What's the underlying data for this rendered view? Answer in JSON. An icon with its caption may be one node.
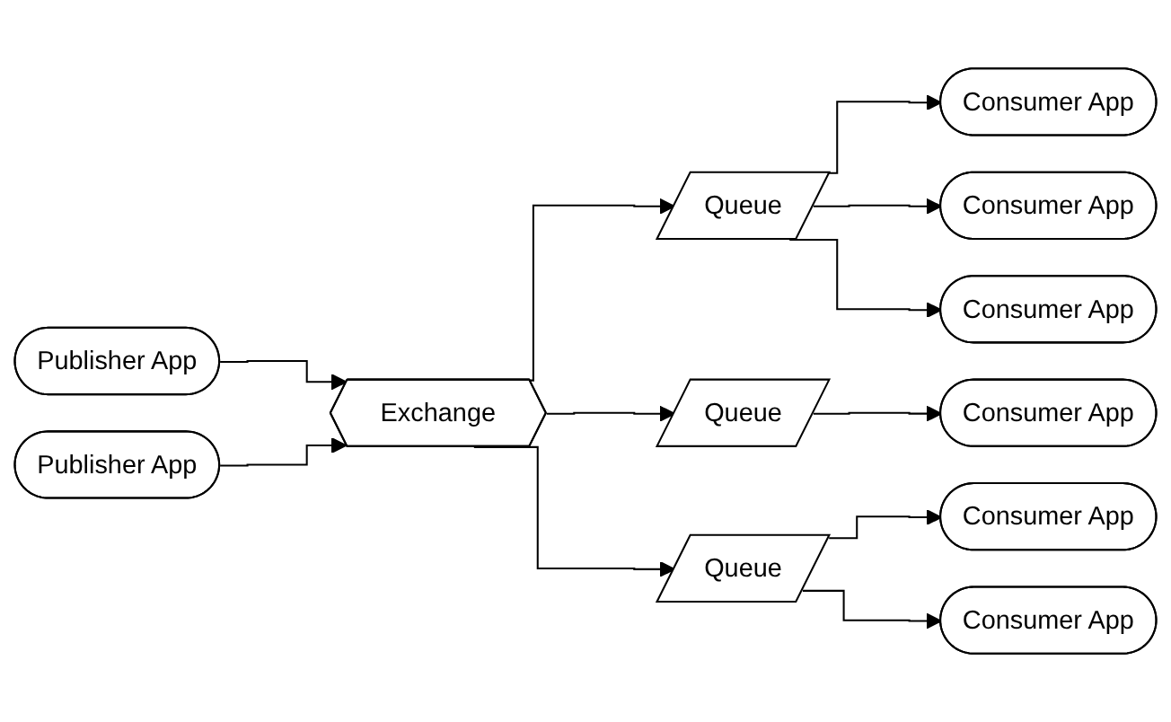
{
  "diagram": {
    "nodes": [
      {
        "text": [
          "Publisher App"
        ]
      },
      {
        "text": [
          "Publisher App"
        ]
      },
      {
        "text": [
          "Exchange"
        ]
      },
      {
        "text": [
          "Queue"
        ]
      },
      {
        "text": [
          "Queue"
        ]
      },
      {
        "text": [
          "Queue"
        ]
      },
      {
        "text": [
          "Consumer App"
        ]
      },
      {
        "text": [
          "Consumer App"
        ]
      },
      {
        "text": [
          "Consumer App"
        ]
      },
      {
        "text": [
          "Consumer App"
        ]
      },
      {
        "text": [
          "Consumer App"
        ]
      },
      {
        "text": [
          "Consumer App"
        ]
      }
    ],
    "edges": [
      {
        "from": 0,
        "to": 2,
        "arrow": "to"
      },
      {
        "from": 1,
        "to": 2,
        "arrow": "to"
      },
      {
        "from": 2,
        "to": 3,
        "arrow": "to"
      },
      {
        "from": 2,
        "to": 4,
        "arrow": "to"
      },
      {
        "from": 2,
        "to": 5,
        "arrow": "to"
      },
      {
        "from": 3,
        "to": 6,
        "arrow": "to"
      },
      {
        "from": 3,
        "to": 7,
        "arrow": "to"
      },
      {
        "from": 3,
        "to": 8,
        "arrow": "to"
      },
      {
        "from": 4,
        "to": 9,
        "arrow": "to"
      },
      {
        "from": 5,
        "to": 10,
        "arrow": "to"
      },
      {
        "from": 5,
        "to": 11,
        "arrow": "to"
      }
    ]
  }
}
